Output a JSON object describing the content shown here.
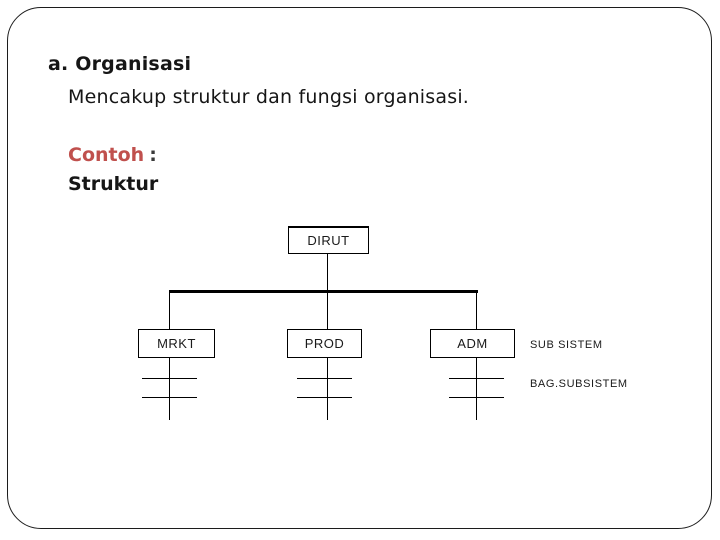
{
  "slide": {
    "title": "a. Organisasi",
    "body_text": "Mencakup struktur dan fungsi organisasi.",
    "example_label": "Contoh",
    "example_separator": ":",
    "section_label": "Struktur",
    "accent_color": "#c0504d",
    "border_color": "#1c1c1c"
  },
  "org_chart": {
    "type": "org-tree",
    "root": {
      "label": "DIRUT"
    },
    "children": [
      {
        "label": "MRKT"
      },
      {
        "label": "PROD"
      },
      {
        "label": "ADM"
      }
    ],
    "annotations": [
      {
        "label": "SUB SISTEM"
      },
      {
        "label": "BAG.SUBSISTEM"
      }
    ]
  }
}
